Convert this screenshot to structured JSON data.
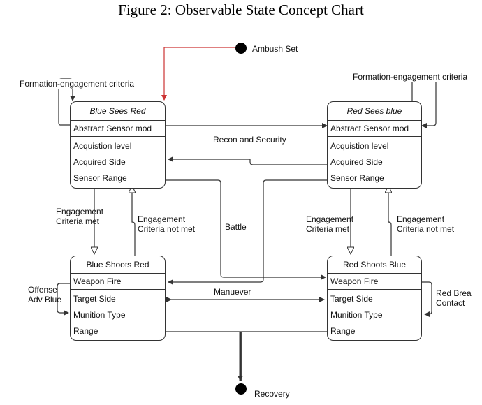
{
  "title": "Figure 2: Observable State Concept Chart",
  "nodes": {
    "ambush": "Ambush Set",
    "recovery": "Recovery"
  },
  "boxes": {
    "blue_sees_red": {
      "title": "Blue Sees Red",
      "rows": [
        "Abstract Sensor mod",
        "Acquistion level",
        "Acquired Side",
        "Sensor Range"
      ]
    },
    "red_sees_blue": {
      "title": "Red Sees blue",
      "rows": [
        "Abstract Sensor mod",
        "Acquistion level",
        "Acquired Side",
        "Sensor Range"
      ]
    },
    "blue_shoots_red": {
      "title": "Blue Shoots Red",
      "rows": [
        "Weapon Fire",
        "Target Side",
        "Munition Type",
        "Range"
      ]
    },
    "red_shoots_blue": {
      "title": "Red Shoots Blue",
      "rows": [
        "Weapon Fire",
        "Target Side",
        "Munition Type",
        "Range"
      ]
    }
  },
  "edge_labels": {
    "formation_left": "Formation-engagement criteria",
    "formation_right": "Formation-engagement criteria",
    "recon": "Recon and Security",
    "battle": "Battle",
    "manuever": "Manuever",
    "eng_met_left_1": "Engagement",
    "eng_met_left_2": "Criteria met",
    "eng_not_met_left_1": "Engagement",
    "eng_not_met_left_2": "Criteria not met",
    "eng_met_right_1": "Engagement",
    "eng_met_right_2": "Criteria met",
    "eng_not_met_right_1": "Engagement",
    "eng_not_met_right_2": "Criteria not met",
    "offense_1": "Offense",
    "offense_2": "Adv Blue",
    "red_break_1": "Red Brea",
    "red_break_2": "Contact"
  },
  "colors": {
    "ambush_arrow": "#cc3333",
    "line": "#333333"
  }
}
